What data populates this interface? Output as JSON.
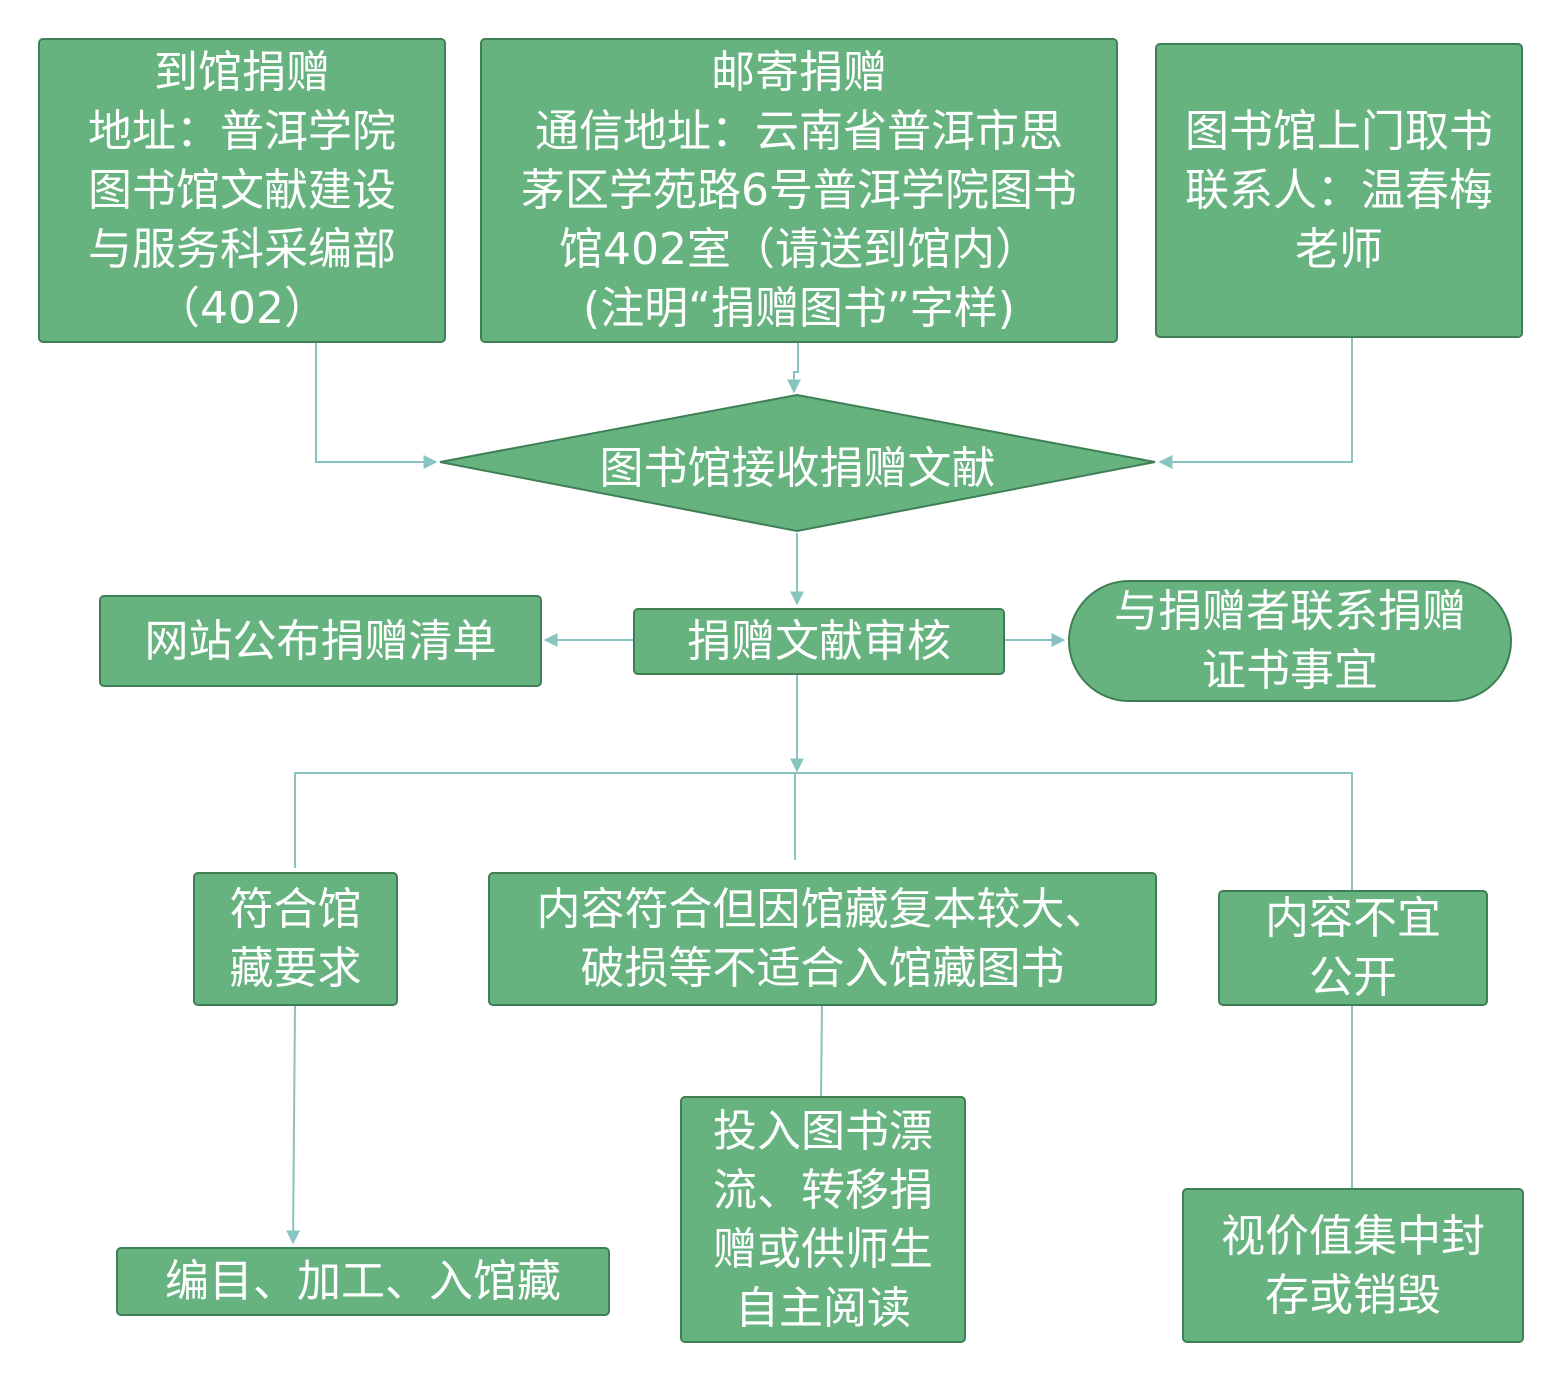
{
  "diagram": {
    "colors": {
      "node_fill": "#66b380",
      "node_border": "#3f7f55",
      "connector": "#88c4c0",
      "text": "#ffffff"
    },
    "nodes": {
      "onsite": {
        "lines": [
          "到馆捐赠",
          "地址：普洱学院",
          "图书馆文献建设",
          "与服务科采编部",
          "（402）"
        ]
      },
      "mail": {
        "lines": [
          "邮寄捐赠",
          "通信地址：云南省普洱市思",
          "茅区学苑路6号普洱学院图书",
          "馆402室（请送到馆内）",
          "(注明“捐赠图书”字样)"
        ]
      },
      "pickup": {
        "lines": [
          "图书馆上门取书",
          "联系人：温春梅",
          "老师"
        ]
      },
      "receive": {
        "label": "图书馆接收捐赠文献"
      },
      "review": {
        "label": "捐赠文献审核"
      },
      "publish": {
        "label": "网站公布捐赠清单"
      },
      "certificate": {
        "lines": [
          "与捐赠者联系捐赠",
          "证书事宜"
        ]
      },
      "accept": {
        "lines": [
          "符合馆",
          "藏要求"
        ]
      },
      "unsuitable": {
        "lines": [
          "内容符合但因馆藏复本较大、",
          "破损等不适合入馆藏图书"
        ]
      },
      "not_public": {
        "lines": [
          "内容不宜",
          "公开"
        ]
      },
      "catalog": {
        "label": "编目、加工、入馆藏"
      },
      "drift": {
        "lines": [
          "投入图书漂",
          "流、转移捐",
          "赠或供师生",
          "自主阅读"
        ]
      },
      "archive": {
        "lines": [
          "视价值集中封",
          "存或销毁"
        ]
      }
    }
  }
}
